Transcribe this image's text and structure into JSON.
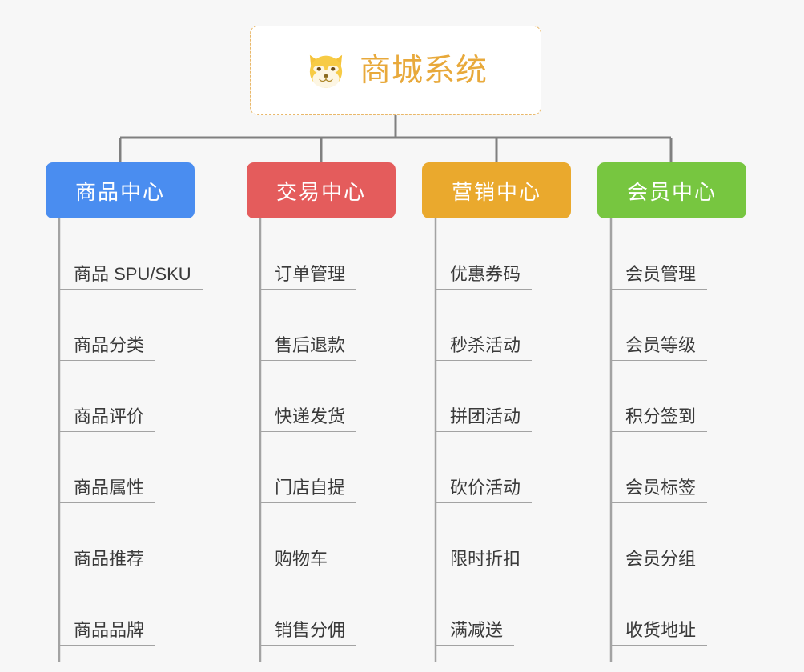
{
  "page": {
    "background_color": "#f7f7f7",
    "type": "mindmap-org-chart"
  },
  "root": {
    "title": "商城系统",
    "icon": "shiba-dog-face-icon",
    "text_color": "#e8a93b",
    "border_color": "#e9b86a",
    "background_color": "#ffffff"
  },
  "connector": {
    "color": "#808080"
  },
  "branches": [
    {
      "label": "商品中心",
      "color": "#4a8df0",
      "leaves": [
        "商品 SPU/SKU",
        "商品分类",
        "商品评价",
        "商品属性",
        "商品推荐",
        "商品品牌"
      ]
    },
    {
      "label": "交易中心",
      "color": "#e45c5c",
      "leaves": [
        "订单管理",
        "售后退款",
        "快递发货",
        "门店自提",
        "购物车",
        "销售分佣"
      ]
    },
    {
      "label": "营销中心",
      "color": "#eaa92d",
      "leaves": [
        "优惠券码",
        "秒杀活动",
        "拼团活动",
        "砍价活动",
        "限时折扣",
        "满减送"
      ]
    },
    {
      "label": "会员中心",
      "color": "#77c640",
      "leaves": [
        "会员管理",
        "会员等级",
        "积分签到",
        "会员标签",
        "会员分组",
        "收货地址"
      ]
    }
  ]
}
